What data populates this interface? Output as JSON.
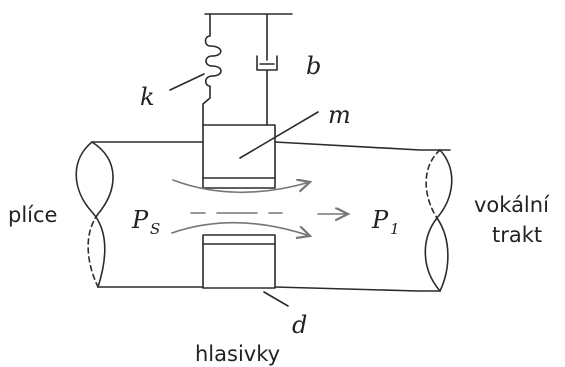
{
  "labels": {
    "lungs": "plíce",
    "vocal_tract_line1": "vokální",
    "vocal_tract_line2": "trakt",
    "vocal_folds": "hlasivky"
  },
  "symbols": {
    "spring_constant": "k",
    "damping": "b",
    "mass": "m",
    "thickness": "d",
    "subglottal_pressure": "P",
    "subglottal_pressure_subscript": "S",
    "supraglottal_pressure": "P",
    "supraglottal_pressure_subscript": "1"
  },
  "colors": {
    "line": "#2b2b2b",
    "flow_arrow": "#777777",
    "text": "#222222"
  }
}
